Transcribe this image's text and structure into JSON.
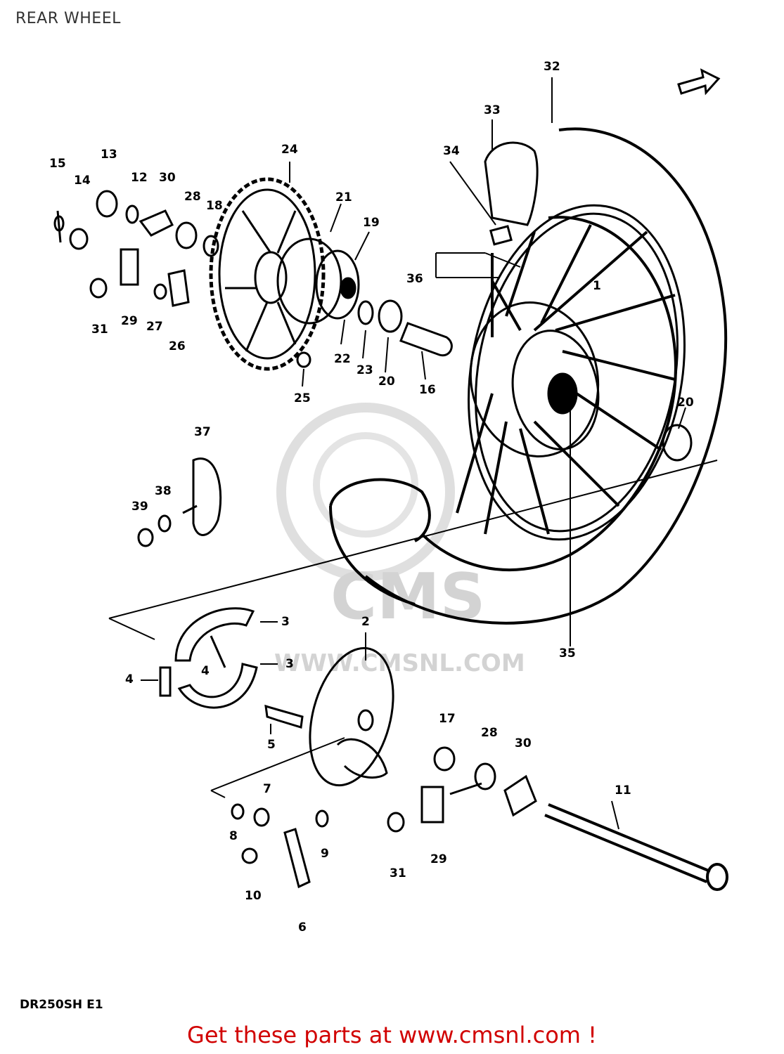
{
  "page": {
    "title": "REAR WHEEL"
  },
  "watermark": {
    "brand": "CMS",
    "site": "WWW.CMSNL.COM"
  },
  "diagram": {
    "model_code": "DR250SH E1",
    "callouts": {
      "c1": "1",
      "c2": "2",
      "c3a": "3",
      "c3b": "3",
      "c4a": "4",
      "c4b": "4",
      "c5": "5",
      "c6": "6",
      "c7": "7",
      "c8": "8",
      "c9": "9",
      "c10": "10",
      "c11": "11",
      "c12": "12",
      "c13": "13",
      "c14": "14",
      "c15": "15",
      "c16": "16",
      "c17": "17",
      "c18": "18",
      "c19": "19",
      "c20a": "20",
      "c20b": "20",
      "c21": "21",
      "c22": "22",
      "c23": "23",
      "c24": "24",
      "c25": "25",
      "c26": "26",
      "c27": "27",
      "c28a": "28",
      "c28b": "28",
      "c29a": "29",
      "c29b": "29",
      "c30a": "30",
      "c30b": "30",
      "c31a": "31",
      "c31b": "31",
      "c32": "32",
      "c33": "33",
      "c34": "34",
      "c35": "35",
      "c36": "36",
      "c37": "37",
      "c38": "38",
      "c39": "39"
    }
  },
  "footer": {
    "promo_text": "Get these parts at www.cmsnl.com !"
  },
  "colors": {
    "promo": "#d10000",
    "line": "#000000",
    "watermark": "#cfcfcf"
  }
}
